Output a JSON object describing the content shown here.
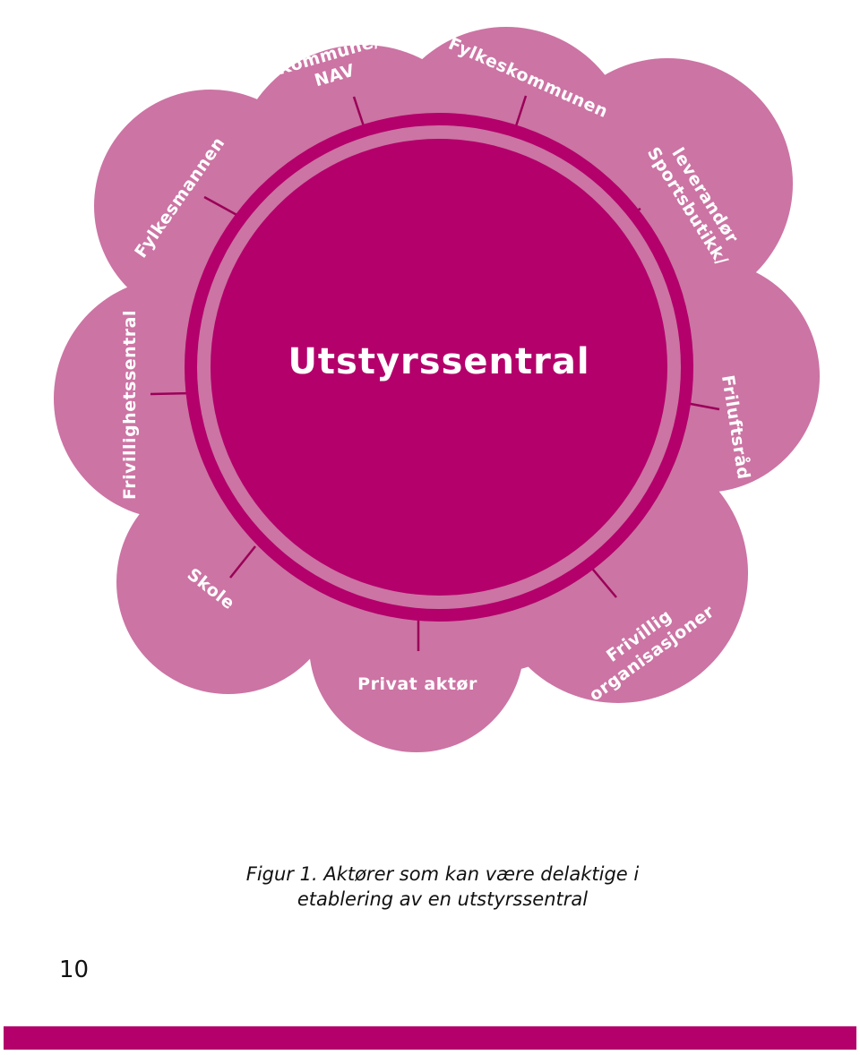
{
  "colors": {
    "petal": "#cc74a4",
    "center": "#b3006b",
    "ring_gap": "#cc74a4",
    "connector": "#9a0058",
    "label": "#ffffff",
    "footer_bar": "#b3006b"
  },
  "diagram": {
    "center_label": "Utstyrssentral",
    "actors": [
      {
        "id": "kommune-nav",
        "lines": [
          "Kommune/",
          "NAV"
        ]
      },
      {
        "id": "fylkeskommunen",
        "lines": [
          "Fylkeskommunen"
        ]
      },
      {
        "id": "sportsbutikk",
        "lines": [
          "Sportsbutikk/",
          "leverandør"
        ]
      },
      {
        "id": "friluftsrad",
        "lines": [
          "Friluftsråd"
        ]
      },
      {
        "id": "frivillig-org",
        "lines": [
          "Frivillig",
          "organisasjoner"
        ]
      },
      {
        "id": "privat-aktor",
        "lines": [
          "Privat aktør"
        ]
      },
      {
        "id": "skole",
        "lines": [
          "Skole"
        ]
      },
      {
        "id": "frivillighetssentral",
        "lines": [
          "Frivillighetssentral"
        ]
      },
      {
        "id": "fylkesmannen",
        "lines": [
          "Fylkesmannen"
        ]
      }
    ]
  },
  "caption": {
    "line1": "Figur 1. Aktører som kan være delaktige i",
    "line2": "etablering av en utstyrssentral"
  },
  "page_number": "10"
}
